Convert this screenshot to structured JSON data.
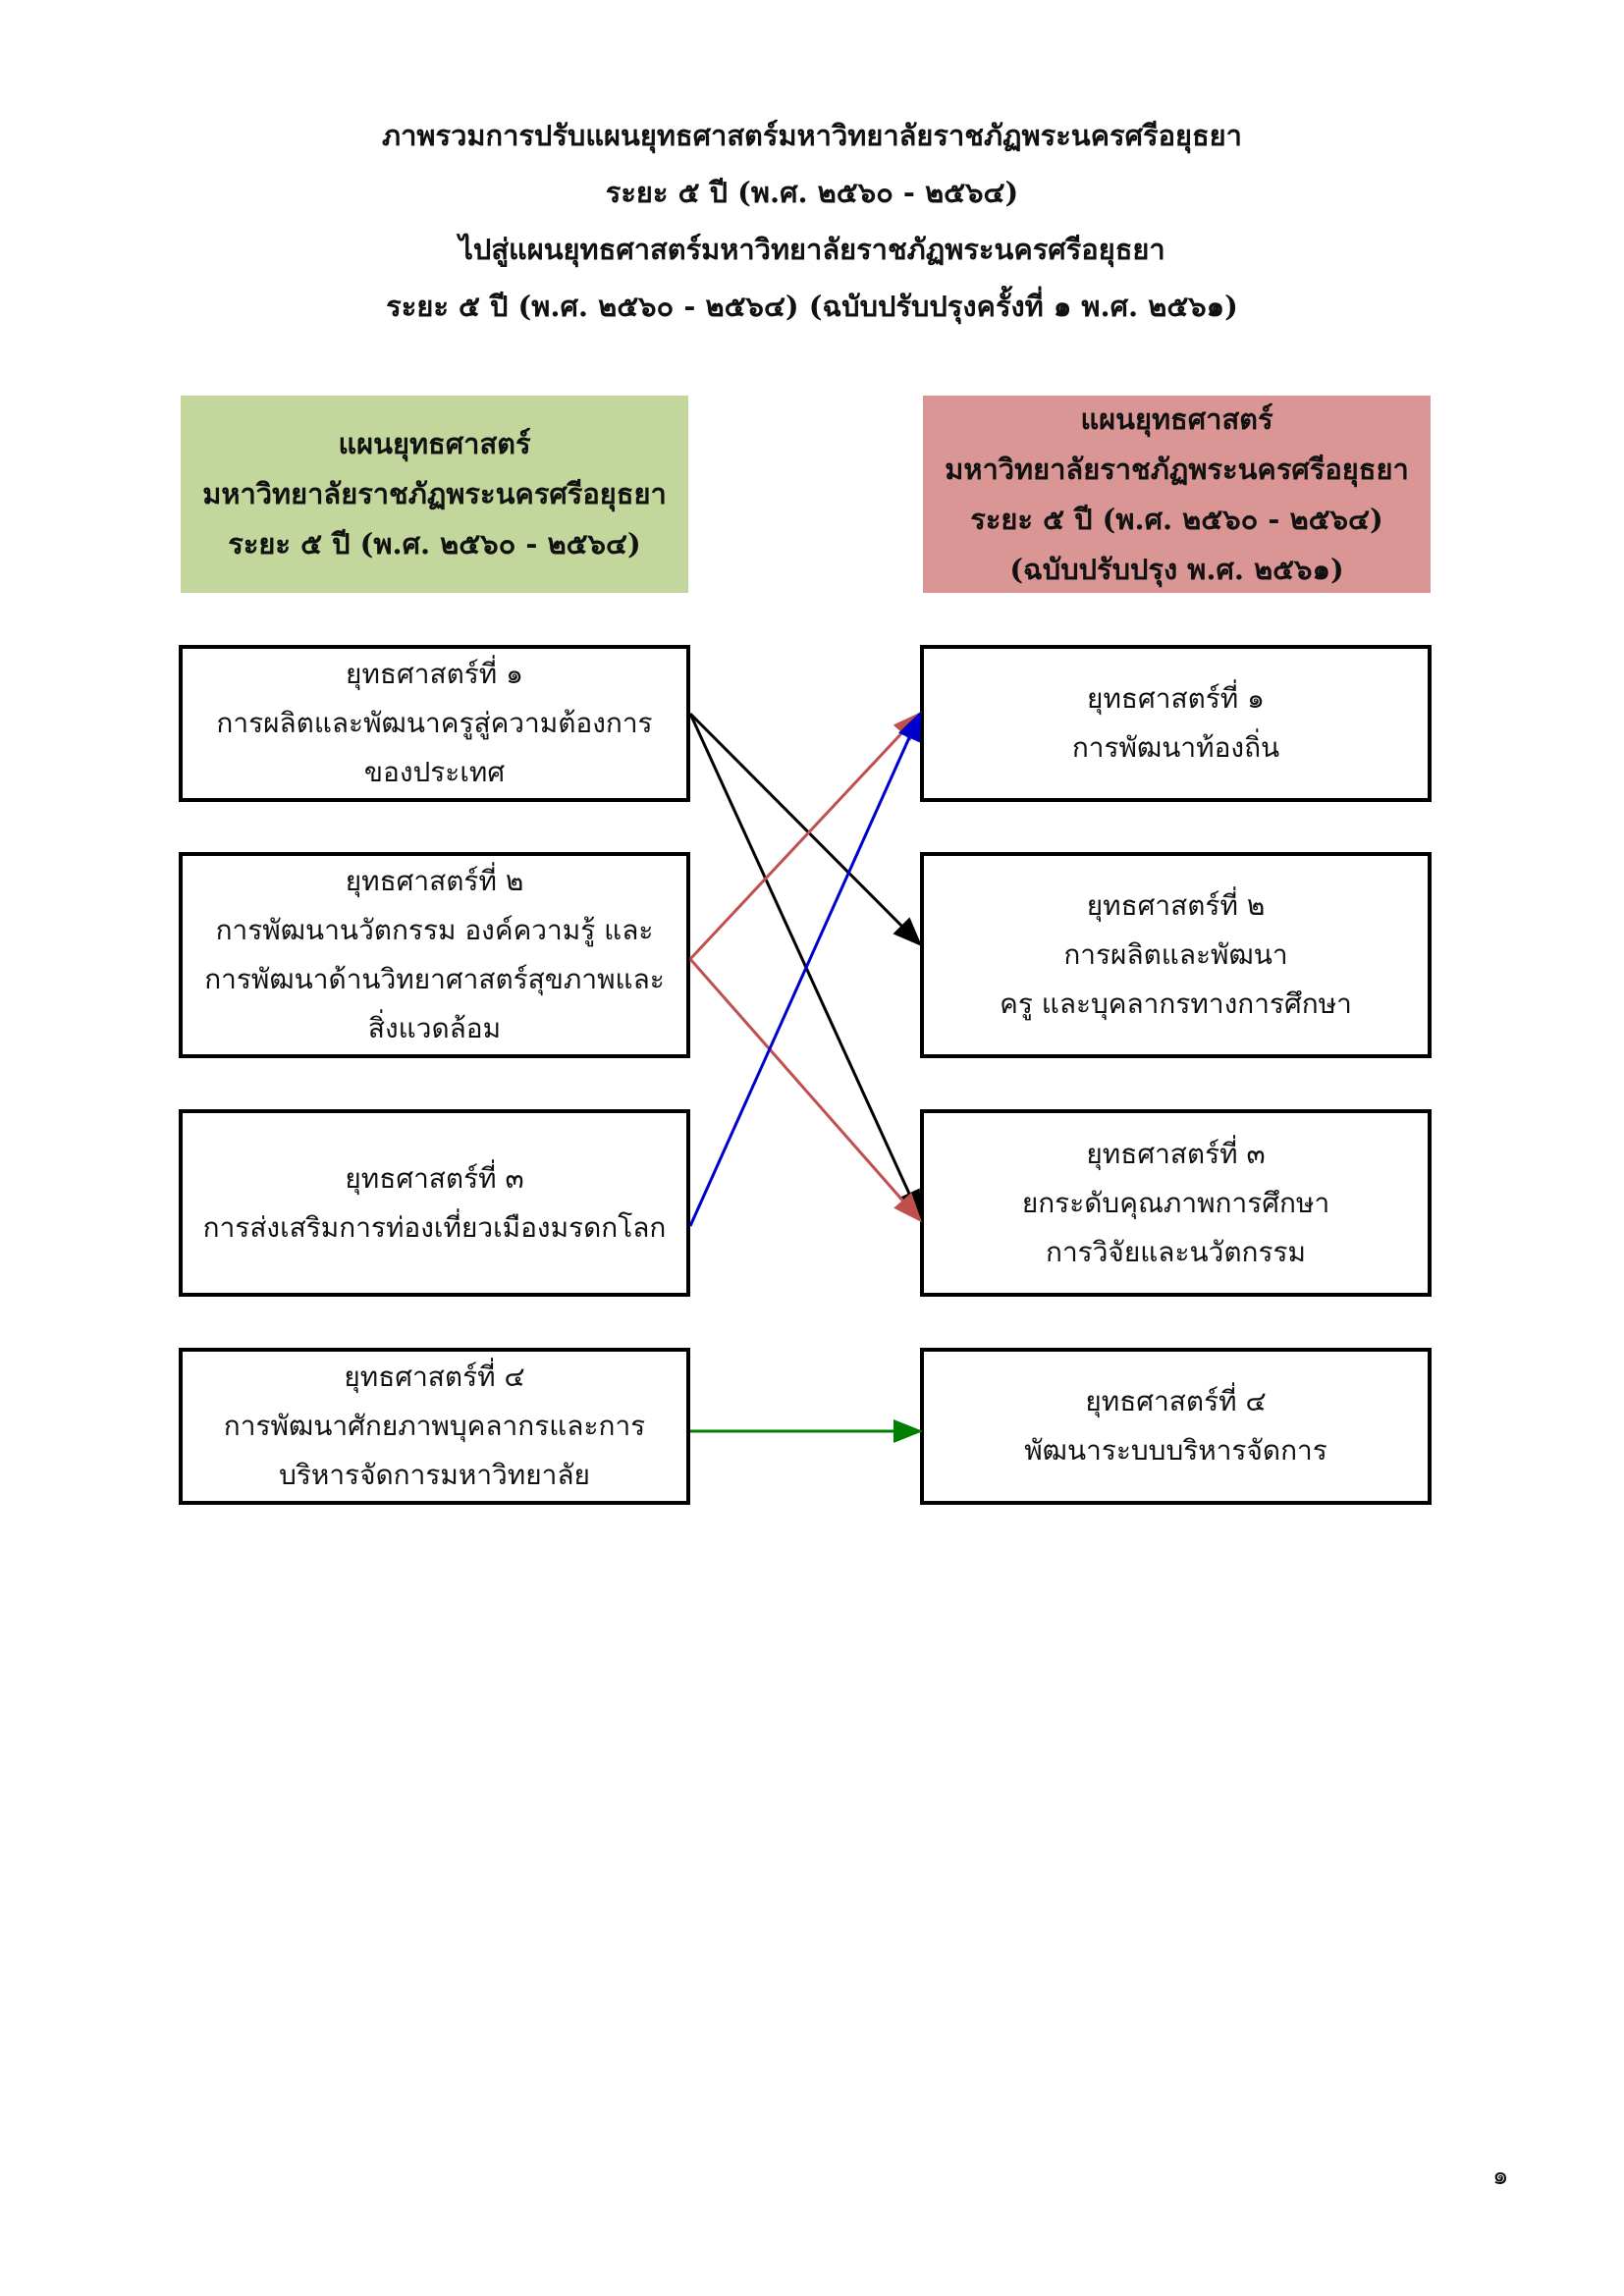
{
  "title_lines": [
    "ภาพรวมการปรับแผนยุทธศาสตร์มหาวิทยาลัยราชภัฏพระนครศรีอยุธยา",
    "ระยะ ๕ ปี (พ.ศ. ๒๕๖๐ - ๒๕๖๔)",
    "ไปสู่แผนยุทธศาสตร์มหาวิทยาลัยราชภัฏพระนครศรีอยุธยา",
    "ระยะ ๕ ปี (พ.ศ. ๒๕๖๐ - ๒๕๖๔) (ฉบับปรับปรุงครั้งที่ ๑ พ.ศ. ๒๕๖๑)"
  ],
  "left_header": {
    "lines": [
      "แผนยุทธศาสตร์",
      "มหาวิทยาลัยราชภัฏพระนครศรีอยุธยา",
      "ระยะ ๕ ปี (พ.ศ. ๒๕๖๐ - ๒๕๖๔)"
    ],
    "color": "#c3d69b"
  },
  "right_header": {
    "lines": [
      "แผนยุทธศาสตร์",
      "มหาวิทยาลัยราชภัฏพระนครศรีอยุธยา",
      "ระยะ ๕ ปี (พ.ศ. ๒๕๖๐ - ๒๕๖๔)",
      "(ฉบับปรับปรุง พ.ศ. ๒๕๖๑)"
    ],
    "color": "#d99694"
  },
  "left_boxes": [
    {
      "lines": [
        "ยุทธศาสตร์ที่ ๑",
        "การผลิตและพัฒนาครูสู่ความต้องการ",
        "ของประเทศ"
      ]
    },
    {
      "lines": [
        "ยุทธศาสตร์ที่ ๒",
        "การพัฒนานวัตกรรม องค์ความรู้ และ",
        "การพัฒนาด้านวิทยาศาสตร์สุขภาพและ",
        "สิ่งแวดล้อม"
      ]
    },
    {
      "lines": [
        "ยุทธศาสตร์ที่ ๓",
        "การส่งเสริมการท่องเที่ยวเมืองมรดกโลก"
      ]
    },
    {
      "lines": [
        "ยุทธศาสตร์ที่ ๔",
        "การพัฒนาศักยภาพบุคลากรและการ",
        "บริหารจัดการมหาวิทยาลัย"
      ]
    }
  ],
  "right_boxes": [
    {
      "lines": [
        "ยุทธศาสตร์ที่ ๑",
        "การพัฒนาท้องถิ่น"
      ]
    },
    {
      "lines": [
        "ยุทธศาสตร์ที่ ๒",
        "การผลิตและพัฒนา",
        "ครู และบุคลากรทางการศึกษา"
      ]
    },
    {
      "lines": [
        "ยุทธศาสตร์ที่ ๓",
        "ยกระดับคุณภาพการศึกษา",
        "การวิจัยและนวัตกรรม"
      ]
    },
    {
      "lines": [
        "ยุทธศาสตร์ที่ ๔",
        "พัฒนาระบบบริหารจัดการ"
      ]
    }
  ],
  "connections": [
    {
      "from": 0,
      "to": 1,
      "color": "#000000"
    },
    {
      "from": 0,
      "to": 2,
      "color": "#000000"
    },
    {
      "from": 1,
      "to": 0,
      "color": "#c0504d"
    },
    {
      "from": 1,
      "to": 2,
      "color": "#c0504d"
    },
    {
      "from": 2,
      "to": 0,
      "color": "#0000cc"
    },
    {
      "from": 3,
      "to": 3,
      "color": "#008000"
    }
  ],
  "page_number": "๑"
}
